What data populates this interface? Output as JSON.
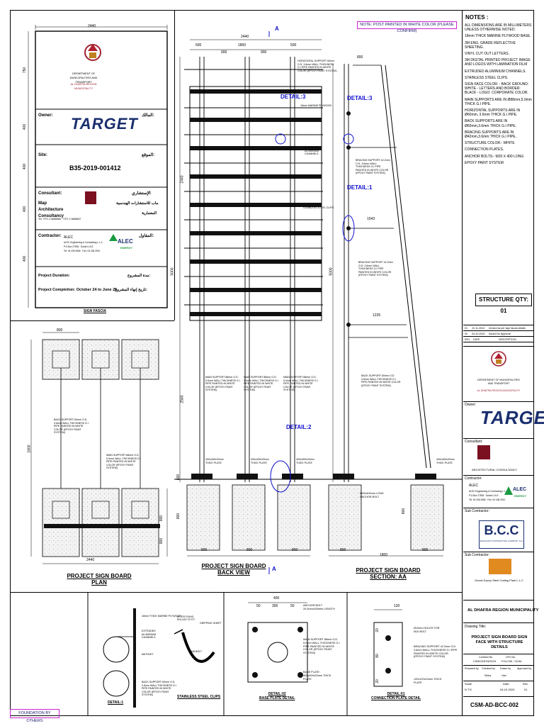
{
  "note_top": "NOTE: POST PAINTED IN WHITE COLOR (PLEASE CONFIRM)",
  "foundation_note": "FOUNDATION BY OTHERS",
  "notes": {
    "title": "NOTES :",
    "items": [
      "ALL DIMENSIONS ARE IN MILLIMETERS UNLESS OTHERWISE NOTED.",
      "18mm THICK MARINE PLYWOOD BASE.",
      "3M ENG. GRADE REFLECTIVE SHEETING.",
      "VINYL CUT OUT LETTERS.",
      "3M DIGITAL PRINTED PROJECT IMAGE AND LOGOS WITH LAMINATION FILM",
      "EXTRUDED ALUMINIUM CHANNELS.",
      "STAINLESS STEEL CLIPS.",
      "SIGN FACE COLOR: - BACK GROUND: WHITE - LETTERS AND BORDER: BLACK - LOGO: CORPORATE COLOR.",
      "MAIN SUPPORTS ARE IN Ø88mm,5.0mm THICK G.I PIPE.",
      "HORIZONTAL SUPPORTS ARE IN Ø60mm, 3.6mm THICK G.I PIPE.",
      "BACK SUPPORTS ARE IN Ø60mm,3.6mm THICK G.I PIPE.",
      "BRACING SUPPORTS ARE IN Ø42mm,3.6mm THICK G.I PIPE.",
      "STRUCTURE COLOR:- WHITE",
      "CONNECTION PLATES.",
      "ANCHOR BOLTS:- M20 X 400 LONG",
      "EPOXY PAINT SYSTEM"
    ]
  },
  "structure_qty": "STRUCTURE QTY: 01",
  "revisions": [
    {
      "no": "01",
      "date": "22-11-2024",
      "desc": "revised as per sign fascia details"
    },
    {
      "no": "00",
      "date": "04-10-2024",
      "desc": "Issued for Approval"
    },
    {
      "no": "REV",
      "date": "DATE",
      "desc": "DESCRIPTION"
    }
  ],
  "title_block": {
    "client_org": "DEPARTMENT OF MUNICIPALITIES AND TRANSPORT",
    "client_sub": "AL DHAFRA REGION MUNICIPALITY",
    "owner_label": "Owner:",
    "owner_name": "TARGET",
    "consultant_label": "Consultant:",
    "consultant_sub": "ARCHITECTURAL     CONSULTANCY",
    "contractor_label": "Contractor:",
    "contractor_name": "ALEC",
    "contractor_full": "ALEC Engineering & Contracting L.L.C",
    "contractor_addr": "P.O.Box 27505 · Dubai U.A.E",
    "contractor_tel": "Tel: 04 436 2666 · Fax: 04 436 2910",
    "alec_logo": "ALEC",
    "alec_energy": "ENERGY",
    "subcontractor_label": "Sub Contractor:",
    "subcontractor_logo": "B.C.C",
    "subcontractor_name": "BUILDCON CONTRACTING COMPANY LLC",
    "subcontractor2_label": "Sub Contractor:",
    "subcontractor2_name": "Ocean Epoxy Steel Cutting Plant L.L.C",
    "municipality": "AL DHAFRA REGION MUNICIPALITY",
    "drawing_title_label": "Drawing Title:",
    "drawing_title": "PROJECT SIGN BOARD SIGN FACE WITH STRUCTURE DETAILS",
    "contract_label": "Contract No.",
    "contract_no": "CSM/OGNT/6/22/24",
    "lpo_label": "LPO No.",
    "lpo_no": "FOLLOW - 01246",
    "prepared_label": "Prepared by",
    "checked_label": "Checked by",
    "drawn_label": "Drawn by",
    "approved_label": "Approved by",
    "checked_by": "Shiba",
    "drawn_by": "Hari",
    "scale_label": "Scale",
    "scale": "N.T.S",
    "date_label": "Date:",
    "date": "04-10-2024",
    "rev_label": "Rev.",
    "rev": "01",
    "drawing_no": "CSM-AD-BCC-002"
  },
  "fascia": {
    "owner_label": "Owner:",
    "owner_ar": "المالك:",
    "owner_name": "TARGET",
    "site_label": "Site:",
    "site_ar": "الموقع:",
    "site_no": "B35-2019-001412",
    "consultant_label": "Consultant:",
    "consultant_name": "Map Architecture Consultancy",
    "consultant_ar": "الإستشاري",
    "consultant_ar2": "ماب للاستشارات الهندسية",
    "consultant_ar3": "المعمارية",
    "consultant_tel": "Tel: +971 2 6666666 · +971 2 6666667",
    "contractor_label": "Contractor:",
    "contractor_ar": "المقاول:",
    "contractor_name": "ALEC",
    "contractor_full": "ALEC Engineering & Contracting L.L.C",
    "contractor_addr": "P.O.Box 27505 · Dubai U.A.E",
    "contractor_tel": "Tel: 04 436 2666 · Fax: 04 436 2910",
    "duration_label": "Project Duration:",
    "duration_ar": "مدة المشروع:",
    "completion": "Project Completion: October 24 to June 25",
    "completion_ar": "تاريخ إنهاء المشروع:",
    "caption": "SIGN FASCIA",
    "dim_width": "2440",
    "dim_h1": "750",
    "dim_h2": "400",
    "dim_h3": "400",
    "dim_h4": "400",
    "dim_h5": "400"
  },
  "views": {
    "plan": "PROJECT SIGN BOARD\nPLAN",
    "back": "PROJECT SIGN BOARD\nBACK VIEW",
    "section": "PROJECT SIGN BOARD\nSECTION: AA",
    "section_marker": "A"
  },
  "details": {
    "d1": "DETAIL:1",
    "d2": "DETAIL:2",
    "d3": "DETAIL:3",
    "d3b": "DETAIL:3",
    "cap_detail1": "DETAIL:1",
    "cap_clips": "STAINLESS STEEL CLIPS",
    "cap_base": "DETAIL:02\nBASE PLATE DETAIL",
    "cap_conn": "DETAIL:01\nCONNECTION PLATE DETAIL"
  },
  "annotations": {
    "horiz_support": "HORIZONTAL SUPPORT 60mm O.D. 3.6mm WALL THICKNESS G.I PIPE PAINTED IN WHITE COLOR (EPOXY PAINT SYSTEM)",
    "marine_ply": "18mm MARINE PLYWOOD",
    "extruded": "EXTRUDED ALUMINIUM CHANNELS",
    "stainless": "STAINLESS STEEL CLIPS",
    "bracing": "BRACING SUPPORT 42.2mm O.D. 3.6mm WALL THICKNESS G.I PIPE PAINTED IN WHITE COLOR (EPOXY PAINT SYSTEM)",
    "main_support": "MAIN SUPPORT 88mm O.D. 5.0mm WALL THICKNESS G.I PIPE PAINTED IN WHITE COLOR (EPOXY PAINT SYSTEM)",
    "back_support": "BACK SUPPORT 60mm O.D. 3.6mm WALL THICKNESS G.I PIPE PAINTED IN WHITE COLOR (EPOXY PAINT SYSTEM)",
    "base_plate": "400x400x20mm THICK PLATE",
    "anchor": "M20x400mm LONG ANCHOR BOLT",
    "anchor_bolt": "ANCHOR BOLT 20.0mmx200mm LENGTH",
    "base_plate_det": "BASE PLATE 400x400x20mm THICK PLATE",
    "holes": "Ø12mm HOLES FOR M10 BOLT",
    "conn_plate": "120x120x10mm THICK PLATE",
    "d1_marine": "18mm THICK MARINE PLYWOOD",
    "d1_extruded": "EXTRUDED ALUMINIUM CHANNELS",
    "d1_rivet": "M8 RIVET",
    "d1_back": "BACK SUPPORT 60mm O.D. 3.6mm WALL THICKNESS G.I PIPE PAINTED IN WHITE COLOR (EPOXY PAINT SYSTEM)",
    "clip_sheet": "GRIPPING SHEET",
    "clip_note": "AFTER FIXING ROLLED TO FIT",
    "clip_bolt": "M8 BOLT"
  },
  "dims": {
    "back_width": "2440",
    "back_top": "500",
    "back_mid1": "900",
    "back_mid2": "1800",
    "back_mid3": "900",
    "back_right": "500",
    "back_h": "5000",
    "back_h2": "2440",
    "back_h3": "2560",
    "back_found": "800",
    "back_found2": "800",
    "back_found3": "800",
    "back_fd_h": "600",
    "back_fd_h2": "800",
    "sec_top": "800",
    "sec_h": "5000",
    "sec_d1": "1043",
    "sec_d2": "1235",
    "sec_w": "1800",
    "sec_f1": "800",
    "sec_f2": "800",
    "sec_fh": "800",
    "plan_w": "2440",
    "plan_top": "800",
    "plan_h": "1800",
    "plan_fd": "800",
    "plan_fd2": "800",
    "base_w": "400",
    "base_a": "50",
    "base_b": "300",
    "base_c": "50",
    "conn_w": "120",
    "conn_a": "20",
    "conn_b": "80",
    "conn_c": "20"
  }
}
